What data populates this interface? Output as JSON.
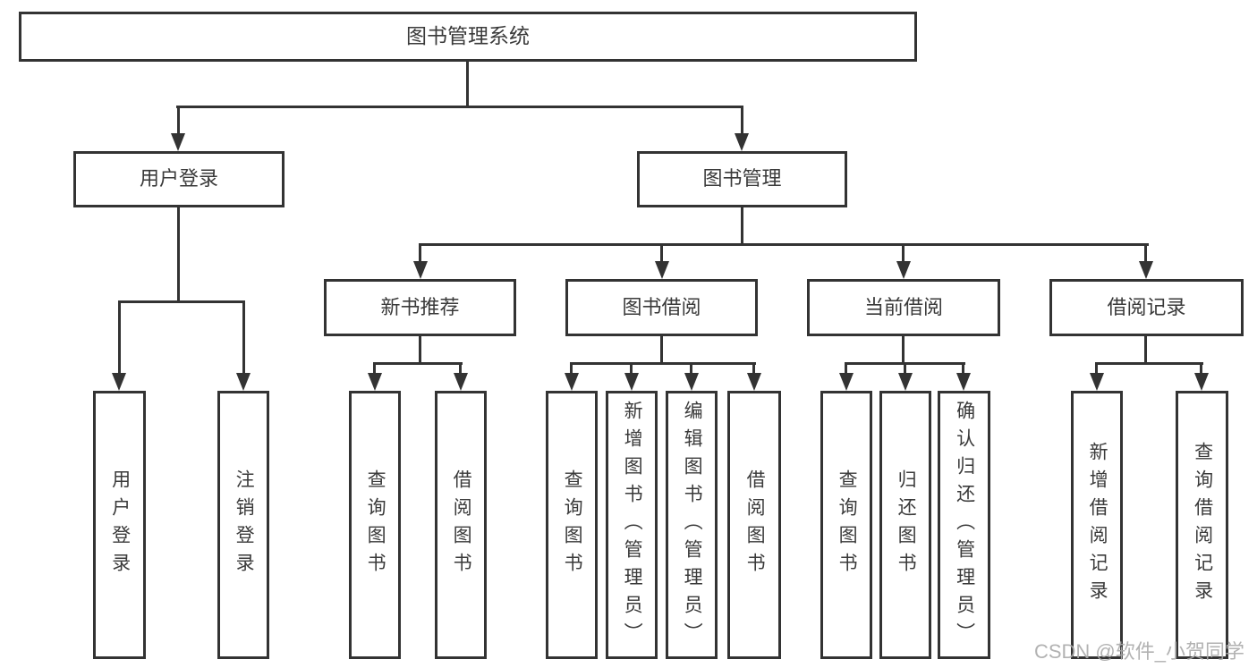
{
  "diagram": {
    "title": {
      "label": "图书管理系统"
    },
    "level2": [
      {
        "label": "用户登录"
      },
      {
        "label": "图书管理"
      }
    ],
    "level3": [
      {
        "label": "新书推荐",
        "parent": "图书管理"
      },
      {
        "label": "图书借阅",
        "parent": "图书管理"
      },
      {
        "label": "当前借阅",
        "parent": "图书管理"
      },
      {
        "label": "借阅记录",
        "parent": "图书管理"
      }
    ],
    "leaves": [
      {
        "label": "用户登录",
        "parent": "用户登录"
      },
      {
        "label": "注销登录",
        "parent": "用户登录"
      },
      {
        "label": "查询图书",
        "parent": "新书推荐"
      },
      {
        "label": "借阅图书",
        "parent": "新书推荐"
      },
      {
        "label": "查询图书",
        "parent": "图书借阅"
      },
      {
        "label": "新增图书（管理员）",
        "parent": "图书借阅"
      },
      {
        "label": "编辑图书（管理员）",
        "parent": "图书借阅"
      },
      {
        "label": "借阅图书",
        "parent": "图书借阅"
      },
      {
        "label": "查询图书",
        "parent": "当前借阅"
      },
      {
        "label": "归还图书",
        "parent": "当前借阅"
      },
      {
        "label": "确认归还（管理员）",
        "parent": "当前借阅"
      },
      {
        "label": "新增借阅记录",
        "parent": "借阅记录"
      },
      {
        "label": "查询借阅记录",
        "parent": "借阅记录"
      }
    ],
    "watermark": {
      "text": "CSDN @软件_小贺同学"
    },
    "colors": {
      "line": "#333333",
      "text": "#3a3a3a",
      "watermark": "#aaaaaa",
      "background": "#ffffff"
    }
  }
}
